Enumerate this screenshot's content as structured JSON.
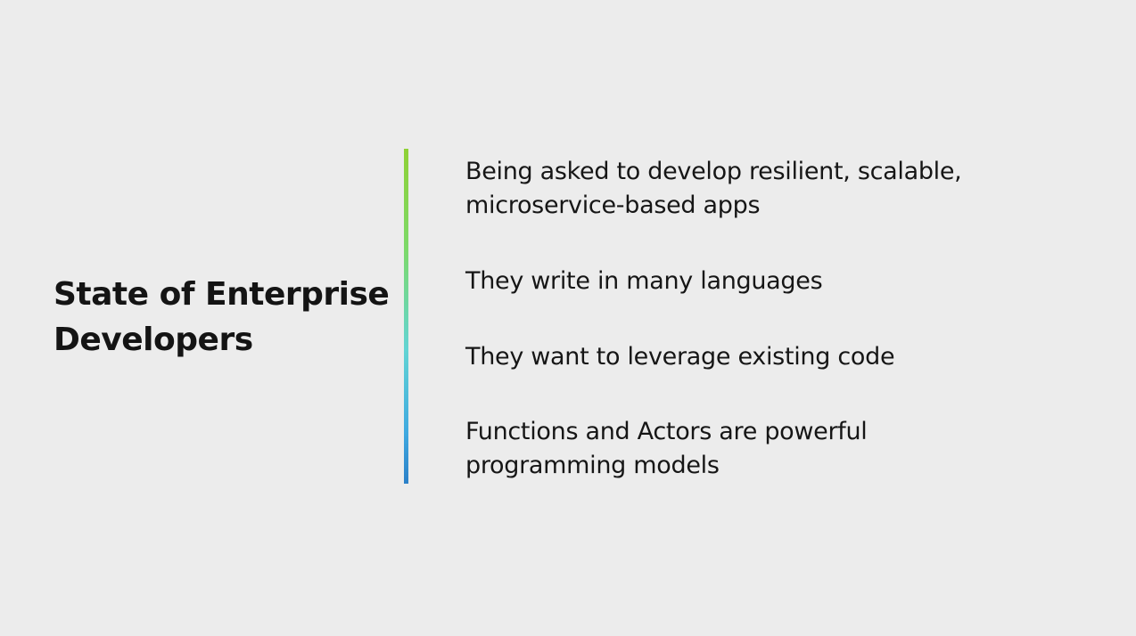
{
  "slide": {
    "title_lines": [
      "State of Enterprise",
      "Developers"
    ],
    "bullets": [
      {
        "lines": [
          "Being asked to develop resilient, scalable,",
          "microservice-based apps"
        ]
      },
      {
        "lines": [
          "They write in many languages"
        ]
      },
      {
        "lines": [
          "They want to leverage existing code"
        ]
      },
      {
        "lines": [
          "Functions and Actors are powerful",
          "programming models"
        ]
      }
    ],
    "divider_gradient": [
      "#8fd136",
      "#62d4d4",
      "#2b80c8"
    ],
    "background_color": "#ececec"
  }
}
